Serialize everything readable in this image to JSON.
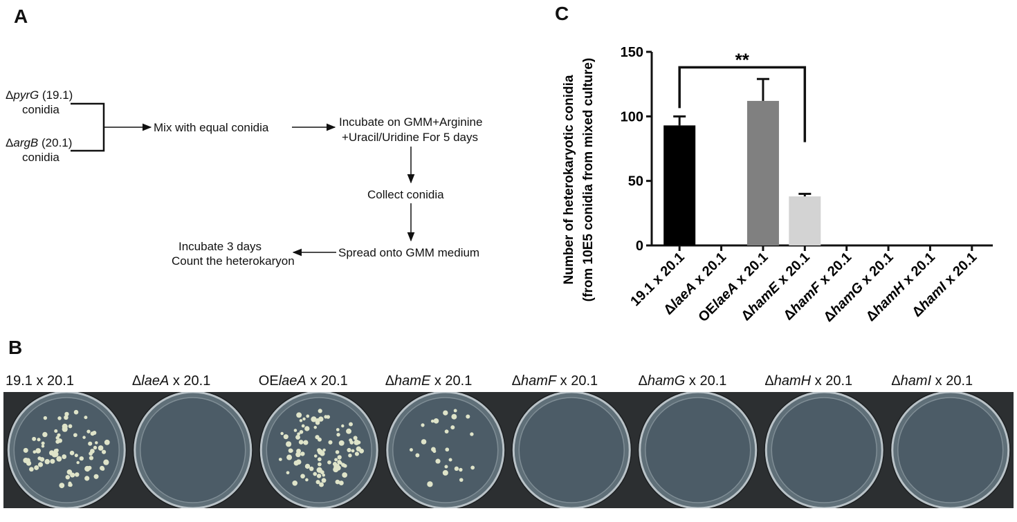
{
  "panel_a": {
    "letter": "A",
    "strain1": {
      "delta": "Δ",
      "gene": "pyrG",
      "id": " (19.1)",
      "line2": "conidia"
    },
    "strain2": {
      "delta": "Δ",
      "gene": "argB",
      "id": " (20.1)",
      "line2": "conidia"
    },
    "step_mix": "Mix with equal conidia",
    "step_incubate_l1": "Incubate on GMM+Arginine",
    "step_incubate_l2": "+Uracil/Uridine For 5 days",
    "step_collect": "Collect conidia",
    "step_spread": "Spread onto GMM medium",
    "step_count_l1": "Incubate 3 days",
    "step_count_l2": "Count the heterokaryon"
  },
  "panel_b": {
    "letter": "B",
    "plates": [
      {
        "prefix": "",
        "gene": "",
        "suffix": "19.1 x 20.1",
        "colonies": 75
      },
      {
        "prefix": "Δ",
        "gene": "laeA",
        "suffix": " x 20.1",
        "colonies": 0
      },
      {
        "prefix": "OE",
        "gene": "laeA",
        "suffix": " x 20.1",
        "colonies": 90
      },
      {
        "prefix": "Δ",
        "gene": "hamE",
        "suffix": " x 20.1",
        "colonies": 25
      },
      {
        "prefix": "Δ",
        "gene": "hamF",
        "suffix": " x 20.1",
        "colonies": 0
      },
      {
        "prefix": "Δ",
        "gene": "hamG",
        "suffix": " x 20.1",
        "colonies": 0
      },
      {
        "prefix": "Δ",
        "gene": "hamH",
        "suffix": " x 20.1",
        "colonies": 0
      },
      {
        "prefix": "Δ",
        "gene": "hamI",
        "suffix": " x 20.1",
        "colonies": 0
      }
    ]
  },
  "chart_data": {
    "type": "bar",
    "panel_letter": "C",
    "ylabel_line1": "Number of heterokaryotic conidia",
    "ylabel_line2": "(from 10E5 conidia from mixed culture)",
    "ylim": [
      0,
      150
    ],
    "yticks": [
      0,
      50,
      100,
      150
    ],
    "categories": [
      {
        "prefix": "",
        "gene": "",
        "suffix": "19.1 x 20.1"
      },
      {
        "prefix": "Δ",
        "gene": "laeA",
        "suffix": " x 20.1"
      },
      {
        "prefix": "OE",
        "gene": "laeA",
        "suffix": " x 20.1"
      },
      {
        "prefix": "Δ",
        "gene": "hamE",
        "suffix": " x 20.1"
      },
      {
        "prefix": "Δ",
        "gene": "hamF",
        "suffix": " x 20.1"
      },
      {
        "prefix": "Δ",
        "gene": "hamG",
        "suffix": " x 20.1"
      },
      {
        "prefix": "Δ",
        "gene": "hamH",
        "suffix": " x 20.1"
      },
      {
        "prefix": "Δ",
        "gene": "hamI",
        "suffix": " x 20.1"
      }
    ],
    "values": [
      93,
      0,
      112,
      38,
      0,
      0,
      0,
      0
    ],
    "errors": [
      7,
      0,
      17,
      2,
      0,
      0,
      0,
      0
    ],
    "colors": [
      "#000000",
      "#000000",
      "#808080",
      "#d3d3d3",
      "#000000",
      "#000000",
      "#000000",
      "#000000"
    ],
    "significance": {
      "from": 0,
      "to": 3,
      "label": "**"
    }
  }
}
